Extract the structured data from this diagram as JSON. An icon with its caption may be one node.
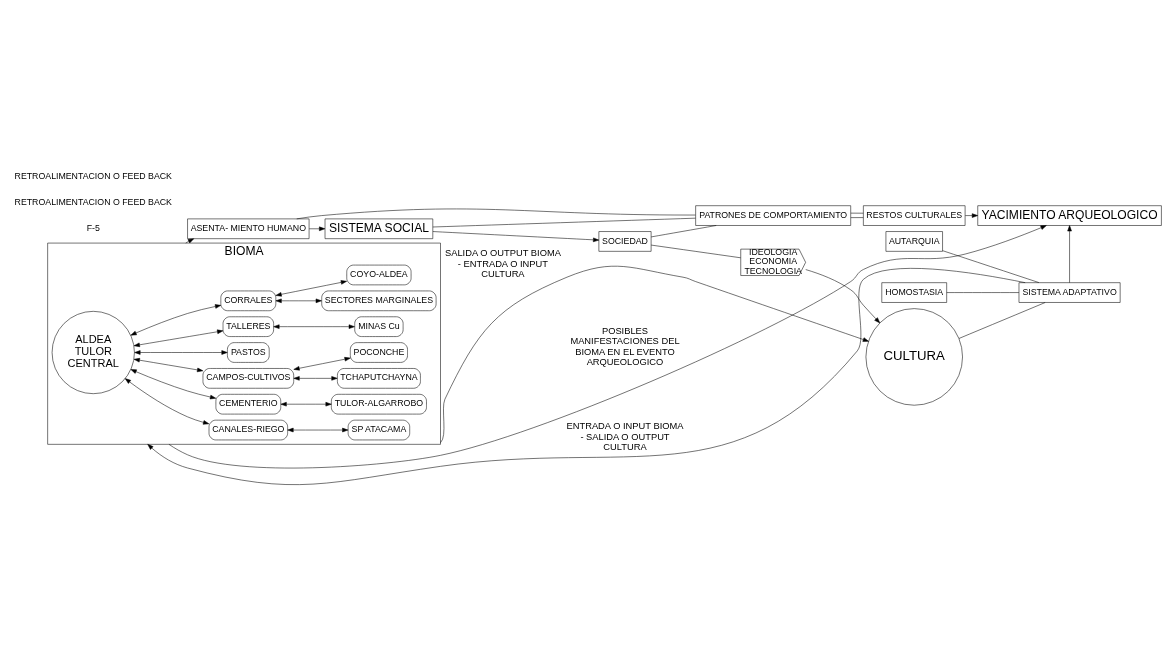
{
  "diagram": {
    "nodes": [
      {
        "text": [
          "BIOMA"
        ]
      },
      {
        "text": [
          "SP ATACAMA"
        ],
        "in": 0
      },
      {
        "text": [
          "TULOR-ALGARROBO"
        ],
        "in": 0
      },
      {
        "text": [
          "TCHAPUTCHAYNA"
        ],
        "in": 0
      },
      {
        "text": [
          "POCONCHE"
        ],
        "in": 0
      },
      {
        "text": [
          "MINAS Cu"
        ],
        "in": 0
      },
      {
        "text": [
          "SECTORES MARGINALES"
        ],
        "in": 0
      },
      {
        "text": [
          "COYO-ALDEA"
        ],
        "in": 0
      },
      {
        "text": [
          "CANALES-RIEGO"
        ],
        "in": 0
      },
      {
        "text": [
          "CEMENTERIO"
        ],
        "in": 0
      },
      {
        "text": [
          "CAMPOS-CULTIVOS"
        ],
        "in": 0
      },
      {
        "text": [
          "PASTOS"
        ],
        "in": 0
      },
      {
        "text": [
          "TALLERES"
        ],
        "in": 0
      },
      {
        "text": [
          "CORRALES"
        ],
        "in": 0
      },
      {
        "text": [
          "ALDEA",
          "TULOR",
          "CENTRAL"
        ],
        "in": 0
      },
      {
        "text": [
          "ASENTA- MIENTO HUMANO"
        ]
      },
      {
        "text": [
          "SISTEMA SOCIAL"
        ]
      },
      {
        "text": [
          "SOCIEDAD"
        ]
      },
      {
        "text": [
          "IDEOLOGIA",
          "ECONOMIA",
          "TECNOLOGIA"
        ]
      },
      {
        "text": [
          "CULTURA"
        ]
      },
      {
        "text": [
          "PATRONES DE COMPORTAMIENTO"
        ]
      },
      {
        "text": [
          "RESTOS CULTURALES"
        ]
      },
      {
        "text": [
          "YACIMIENTO ARQUEOLOGICO"
        ]
      },
      {
        "text": [
          "HOMOSTASIA"
        ]
      },
      {
        "text": [
          "AUTARQUIA"
        ]
      },
      {
        "text": [
          "SISTEMA ADAPTATIVO"
        ]
      }
    ],
    "edges": [
      {
        "from": 14,
        "to": 8,
        "arrow": "both"
      },
      {
        "from": 14,
        "to": 9,
        "arrow": "both"
      },
      {
        "from": 14,
        "to": 10,
        "arrow": "both"
      },
      {
        "from": 14,
        "to": 11,
        "arrow": "both"
      },
      {
        "from": 14,
        "to": 12,
        "arrow": "both"
      },
      {
        "from": 14,
        "to": 13,
        "arrow": "both"
      },
      {
        "from": 8,
        "to": 1,
        "arrow": "both"
      },
      {
        "from": 9,
        "to": 2,
        "arrow": "both"
      },
      {
        "from": 10,
        "to": 3,
        "arrow": "both"
      },
      {
        "from": 10,
        "to": 4,
        "arrow": "both"
      },
      {
        "from": 12,
        "to": 5,
        "arrow": "both"
      },
      {
        "from": 13,
        "to": 6,
        "arrow": "both"
      },
      {
        "from": 13,
        "to": 7,
        "arrow": "both"
      },
      {
        "from": 0,
        "to": 15,
        "arrow": "to"
      },
      {
        "from": 15,
        "to": 16,
        "arrow": "to"
      },
      {
        "from": 16,
        "to": 17,
        "arrow": "to"
      },
      {
        "from": 17,
        "to": 18,
        "arrow": "none"
      },
      {
        "from": 18,
        "to": 19,
        "arrow": "to"
      },
      {
        "from": 15,
        "to": 20,
        "arrow": "none"
      },
      {
        "from": 16,
        "to": 20,
        "arrow": "none"
      },
      {
        "from": 17,
        "to": 20,
        "arrow": "none"
      },
      {
        "from": 20,
        "to": 21,
        "arrow": "none"
      },
      {
        "from": 20,
        "to": 21,
        "arrow": "none"
      },
      {
        "from": 21,
        "to": 22,
        "arrow": "to"
      },
      {
        "from": 19,
        "to": 25,
        "arrow": "none"
      },
      {
        "from": 23,
        "to": 25,
        "arrow": "none"
      },
      {
        "from": 24,
        "to": 25,
        "arrow": "none"
      },
      {
        "from": 25,
        "to": 22,
        "arrow": "to"
      },
      {
        "from": 0,
        "to": 19,
        "arrow": "to",
        "label": "SALIDA O OUTPUT BIOMA - ENTRADA O INPUT CULTURA"
      },
      {
        "from": 25,
        "to": 0,
        "arrow": "to",
        "label": "ENTRADA O INPUT BIOMA - SALIDA O OUTPUT CULTURA"
      },
      {
        "from": 0,
        "to": 22,
        "arrow": "to",
        "label": "POSIBLES MANIFESTACIONES DEL BIOMA EN EL EVENTO ARQUEOLOGICO"
      }
    ],
    "labels": [
      "F-5",
      "RETROALIMENTACION O FEED BACK",
      "RETROALIMENTACION O FEED BACK"
    ]
  }
}
